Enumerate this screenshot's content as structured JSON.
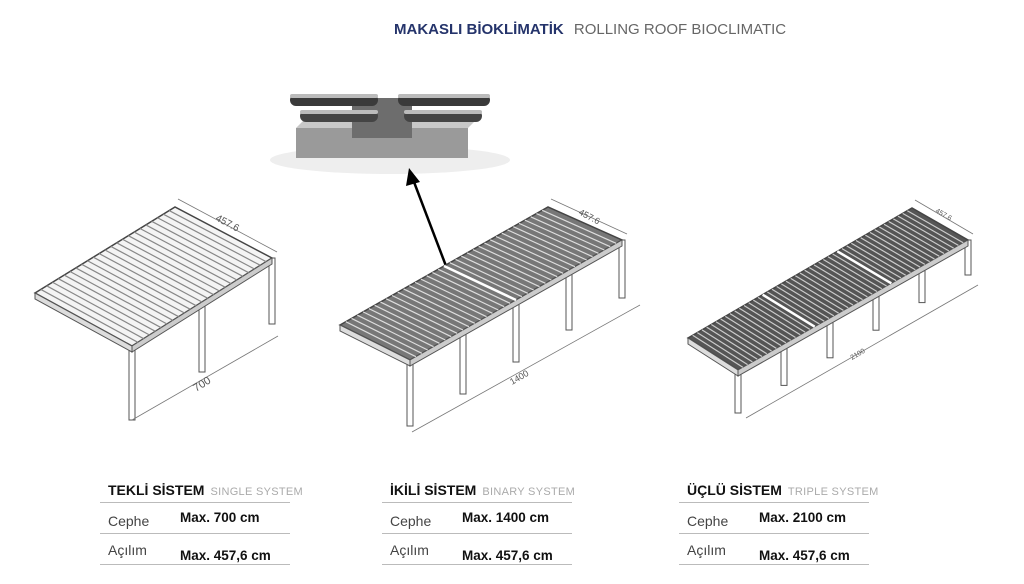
{
  "title": {
    "tr": "MAKASLI BİOKLİMATİK",
    "en": "ROLLING ROOF BIOCLIMATIC"
  },
  "drawings": [
    {
      "width_label": "457.6",
      "length_label": "700",
      "modules": 1
    },
    {
      "width_label": "457.6",
      "length_label": "1400",
      "modules": 2
    },
    {
      "width_label": "457.6",
      "length_label": "2100",
      "modules": 3
    }
  ],
  "systems": [
    {
      "name_tr": "TEKLİ SİSTEM",
      "name_en": "SINGLE SYSTEM",
      "facade_label": "Cephe",
      "facade_value": "Max. 700 cm",
      "span_label": "Açılım",
      "span_value": "Max. 457,6 cm"
    },
    {
      "name_tr": "İKİLİ SİSTEM",
      "name_en": "BINARY SYSTEM",
      "facade_label": "Cephe",
      "facade_value": "Max. 1400 cm",
      "span_label": "Açılım",
      "span_value": "Max. 457,6 cm"
    },
    {
      "name_tr": "ÜÇLÜ SİSTEM",
      "name_en": "TRIPLE SYSTEM",
      "facade_label": "Cephe",
      "facade_value": "Max. 2100 cm",
      "span_label": "Açılım",
      "span_value": "Max. 457,6 cm"
    }
  ]
}
